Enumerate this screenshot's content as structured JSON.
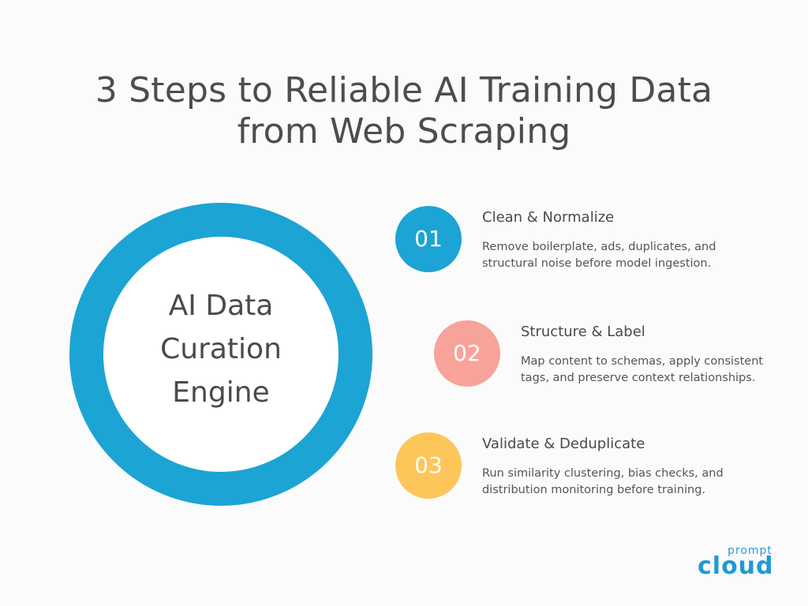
{
  "title": {
    "line1": "3 Steps to Reliable AI Training Data",
    "line2": "from Web Scraping"
  },
  "engine": {
    "line1": "AI Data",
    "line2": "Curation",
    "line3": "Engine",
    "ring_color": "#1ca4d4"
  },
  "steps": [
    {
      "number": "01",
      "title": "Clean & Normalize",
      "desc_line1": "Remove boilerplate, ads, duplicates, and",
      "desc_line2": "structural noise before model ingestion.",
      "color": "#1ca4d4"
    },
    {
      "number": "02",
      "title": "Structure & Label",
      "desc_line1": "Map content to schemas, apply consistent",
      "desc_line2": "tags, and preserve context relationships.",
      "color": "#f8a39a"
    },
    {
      "number": "03",
      "title": "Validate & Deduplicate",
      "desc_line1": "Run similarity clustering, bias checks, and",
      "desc_line2": "distribution monitoring before training.",
      "color": "#fcc65a"
    }
  ],
  "logo": {
    "top": "prompt",
    "bottom": "cloud"
  }
}
